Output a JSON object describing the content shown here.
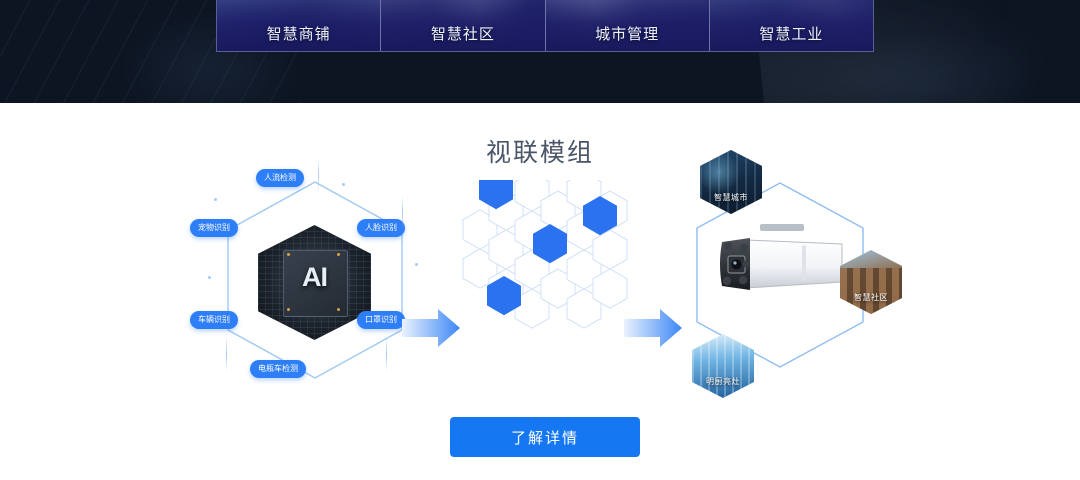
{
  "header": {
    "tabs": [
      {
        "label": "智慧商铺",
        "img": "smart-shop-photo"
      },
      {
        "label": "智慧社区",
        "img": "smart-community-photo"
      },
      {
        "label": "城市管理",
        "img": "city-management-photo"
      },
      {
        "label": "智慧工业",
        "img": "smart-industry-photo"
      }
    ]
  },
  "main": {
    "title": "视联模组",
    "cta_label": "了解详情",
    "accent_color": "#1677f2",
    "pill_color": "#2e7ef7",
    "title_color": "#4a5668"
  },
  "left_group": {
    "center_chip_label": "AI",
    "tags": [
      {
        "label": "人流检测",
        "position": "top"
      },
      {
        "label": "人脸识别",
        "position": "top-right"
      },
      {
        "label": "口罩识别",
        "position": "bottom-right"
      },
      {
        "label": "电瓶车检测",
        "position": "bottom"
      },
      {
        "label": "车辆识别",
        "position": "bottom-left"
      },
      {
        "label": "宠物识别",
        "position": "top-left"
      }
    ]
  },
  "center_group": {
    "name": "honeycomb-grid",
    "highlighted_cells": 4
  },
  "right_group": {
    "device": "bullet-security-camera",
    "badges": [
      {
        "label": "智慧城市",
        "position": "top-left"
      },
      {
        "label": "智慧社区",
        "position": "right"
      },
      {
        "label": "明厨亮灶",
        "position": "bottom-left"
      }
    ]
  },
  "arrows": [
    {
      "name": "arrow-left-to-center"
    },
    {
      "name": "arrow-center-to-right"
    }
  ]
}
